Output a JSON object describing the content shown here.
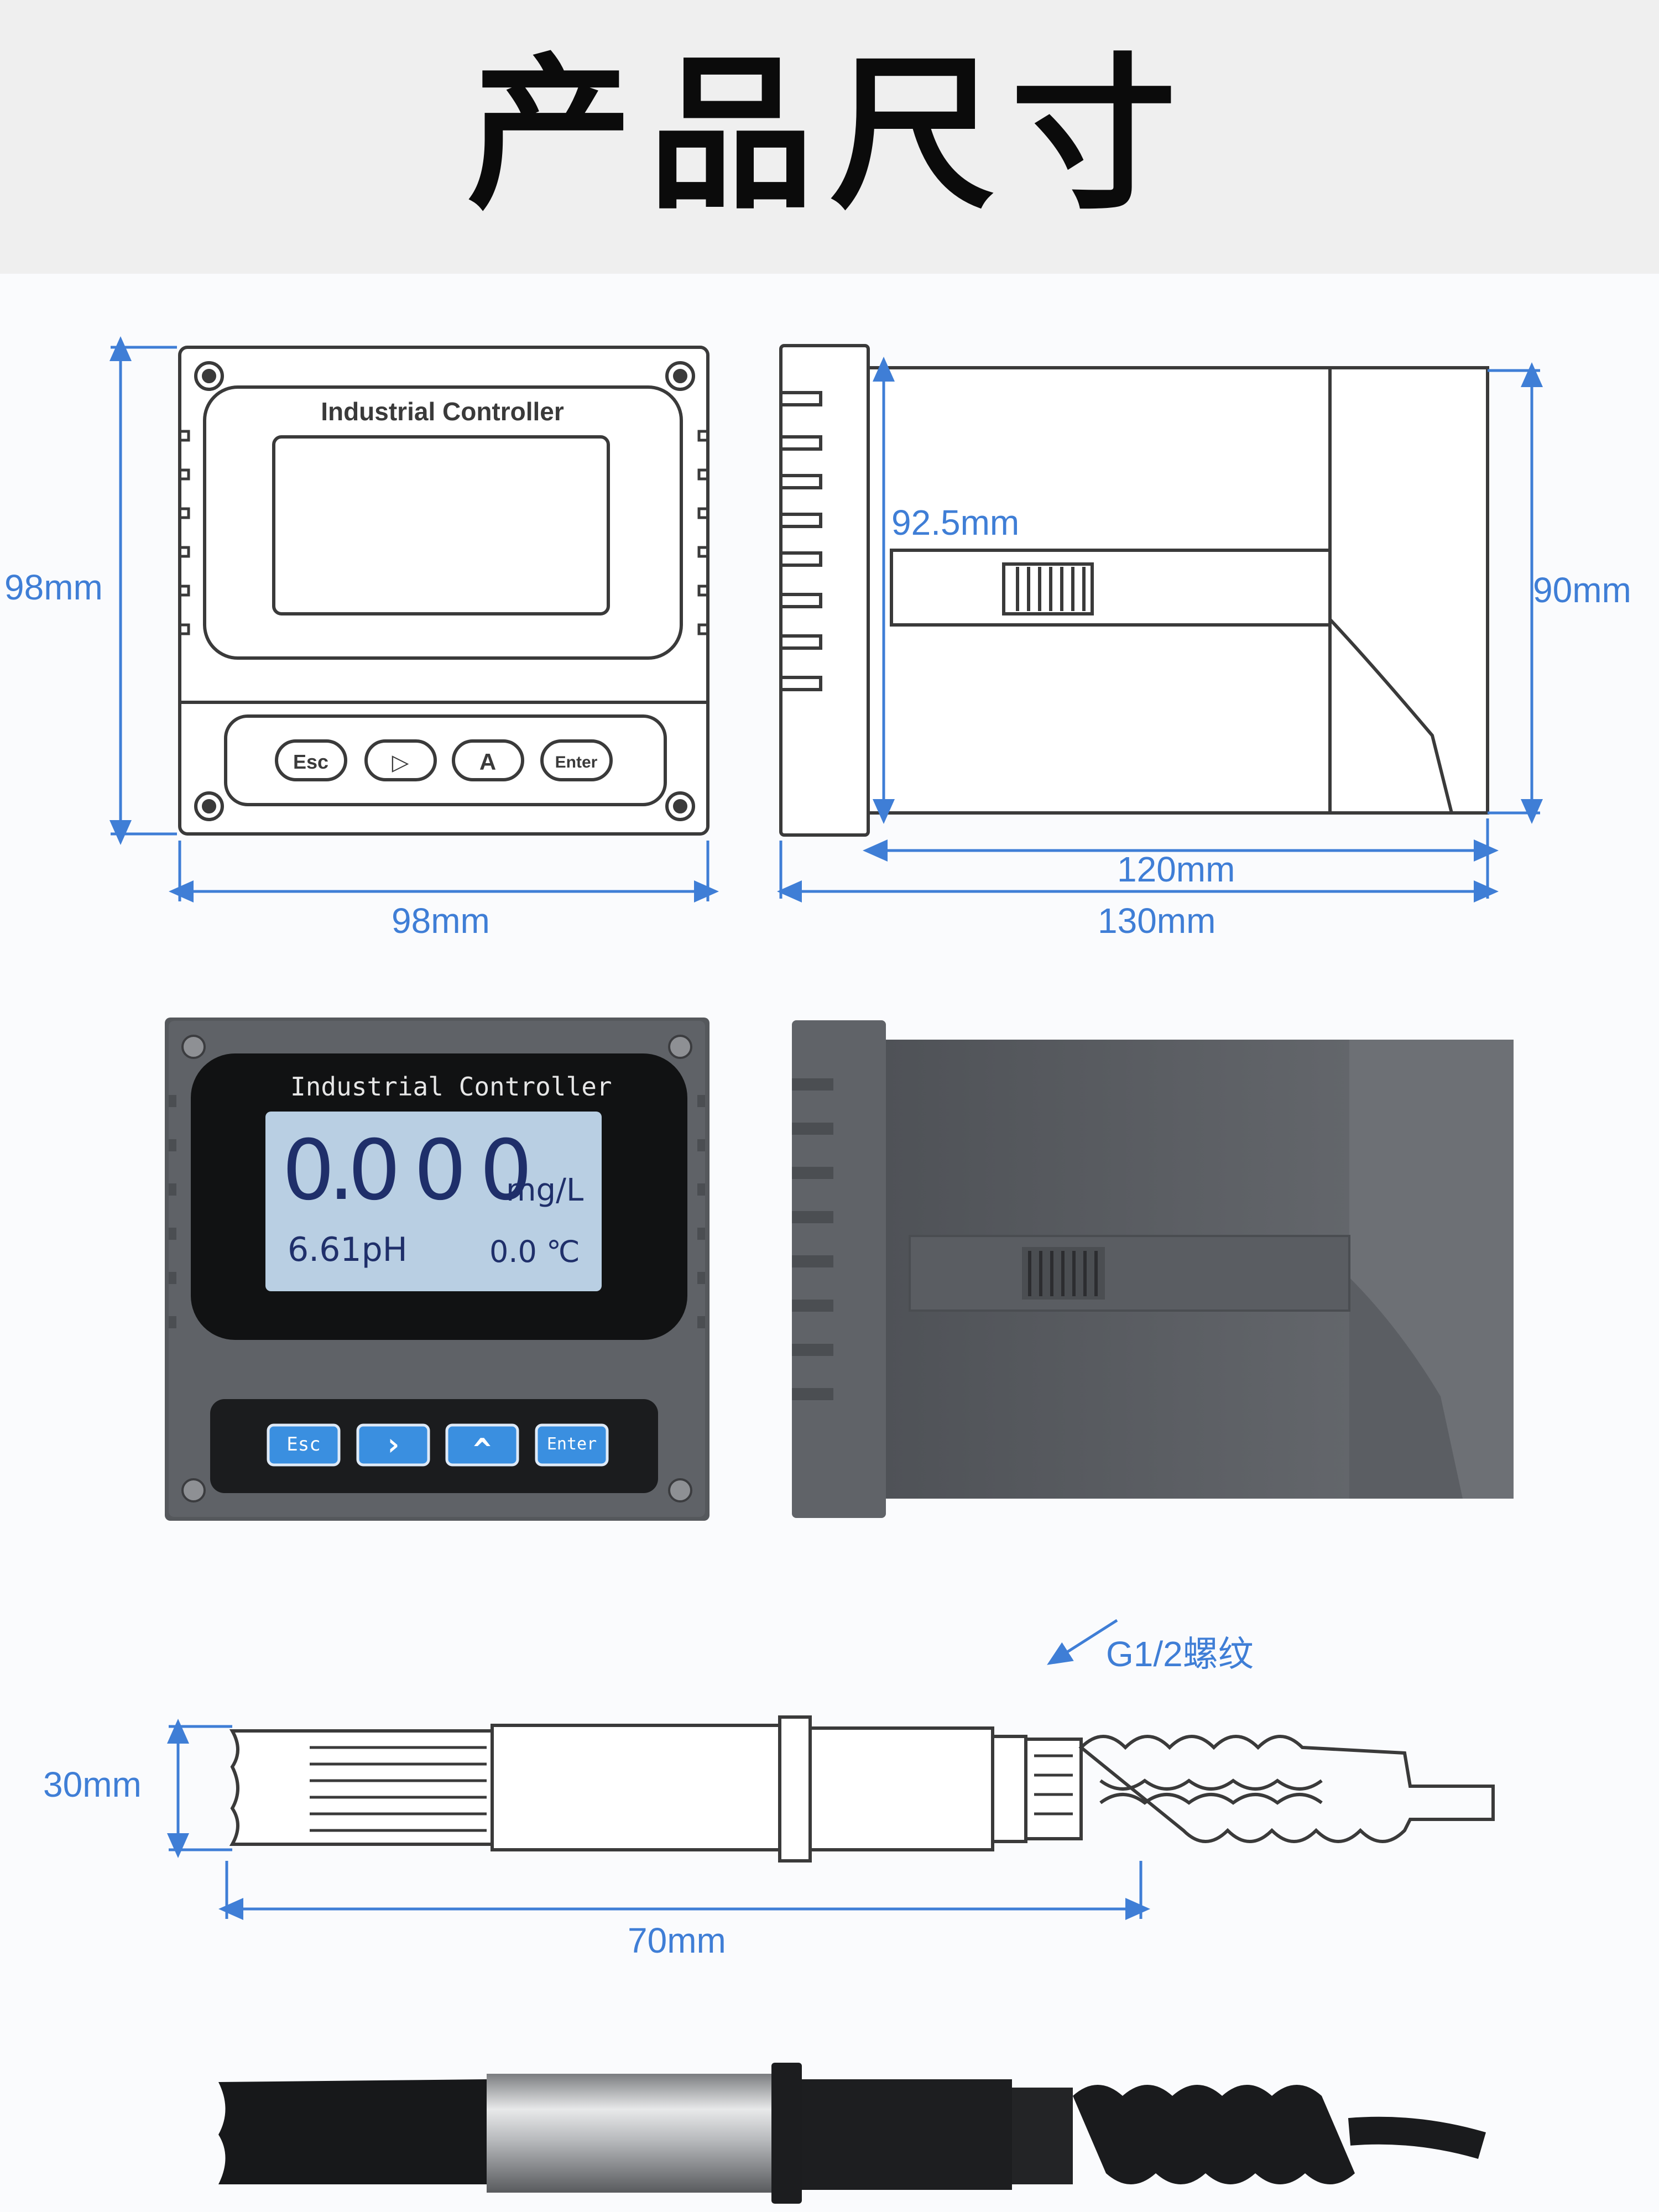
{
  "title": "产品尺寸",
  "front_panel": {
    "label": "Industrial Controller",
    "buttons": [
      "Esc",
      "▷",
      "A",
      "Enter"
    ]
  },
  "dimensions": {
    "front_height": "98mm",
    "front_width": "98mm",
    "side_inner": "92.5mm",
    "side_height": "90mm",
    "side_depth": "120mm",
    "side_total": "130mm",
    "probe_diameter": "30mm",
    "probe_length": "70mm",
    "thread": "G1/2螺纹"
  },
  "photo_display": {
    "label": "Industrial Controller",
    "reading": "0.0 0 0",
    "unit": "mg/L",
    "ph": "6.61pH",
    "temp": "0.0 ℃",
    "buttons": [
      "Esc",
      "›",
      "^",
      "Enter"
    ]
  },
  "colors": {
    "dimension_blue": "#3f7ed6",
    "lcd_background": "#b9cfe3",
    "button_blue": "#3a8fe0",
    "housing_grey": "#5c5f64"
  }
}
